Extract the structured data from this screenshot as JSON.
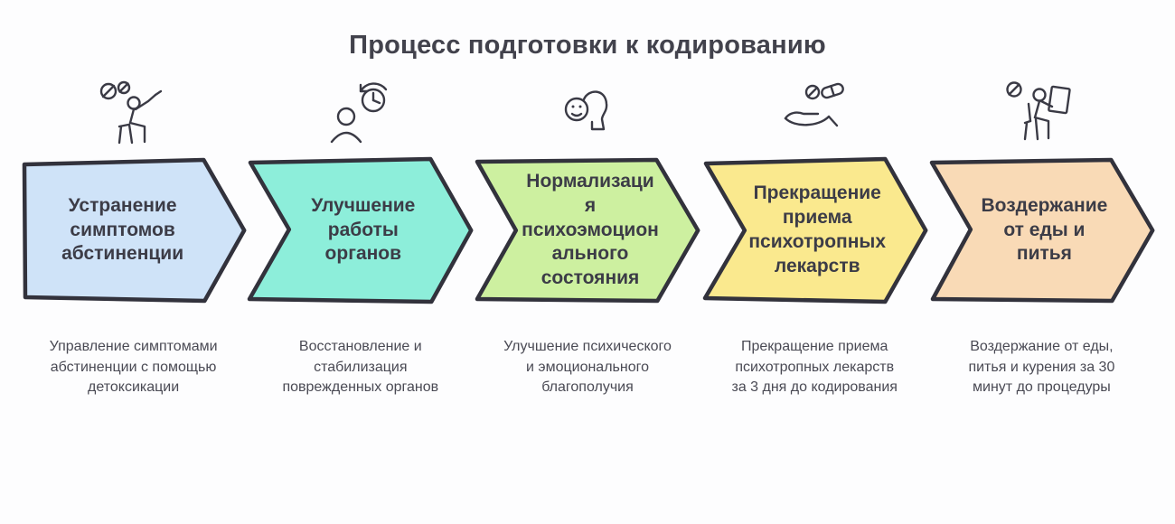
{
  "title": "Процесс подготовки к кодированию",
  "outline_color": "#32323c",
  "steps": [
    {
      "icon": "withdrawal-person-icon",
      "label": "Устранение симптомов абстиненции",
      "description": "Управление симптомами абстиненции с помощью детоксикации",
      "color": "#cfe3f8"
    },
    {
      "icon": "recovery-clock-person-icon",
      "label": "Улучшение работы органов",
      "description": "Восстановление и стабилизация поврежденных органов",
      "color": "#8deeda"
    },
    {
      "icon": "emotional-state-head-icon",
      "label": "Нормализация психоэмоционального состояния",
      "description": "Улучшение психического и эмоционального благополучия",
      "color": "#cdf0a0"
    },
    {
      "icon": "hand-holding-pills-icon",
      "label": "Прекращение приема психотропных лекарств",
      "description": "Прекращение приема психотропных лекарств за 3 дня до кодирования",
      "color": "#fae98e"
    },
    {
      "icon": "fasting-person-icon",
      "label": "Воздержание от еды и питья",
      "description": "Воздержание от еды, питья и курения за 30 минут до процедуры",
      "color": "#f9dab6"
    }
  ]
}
